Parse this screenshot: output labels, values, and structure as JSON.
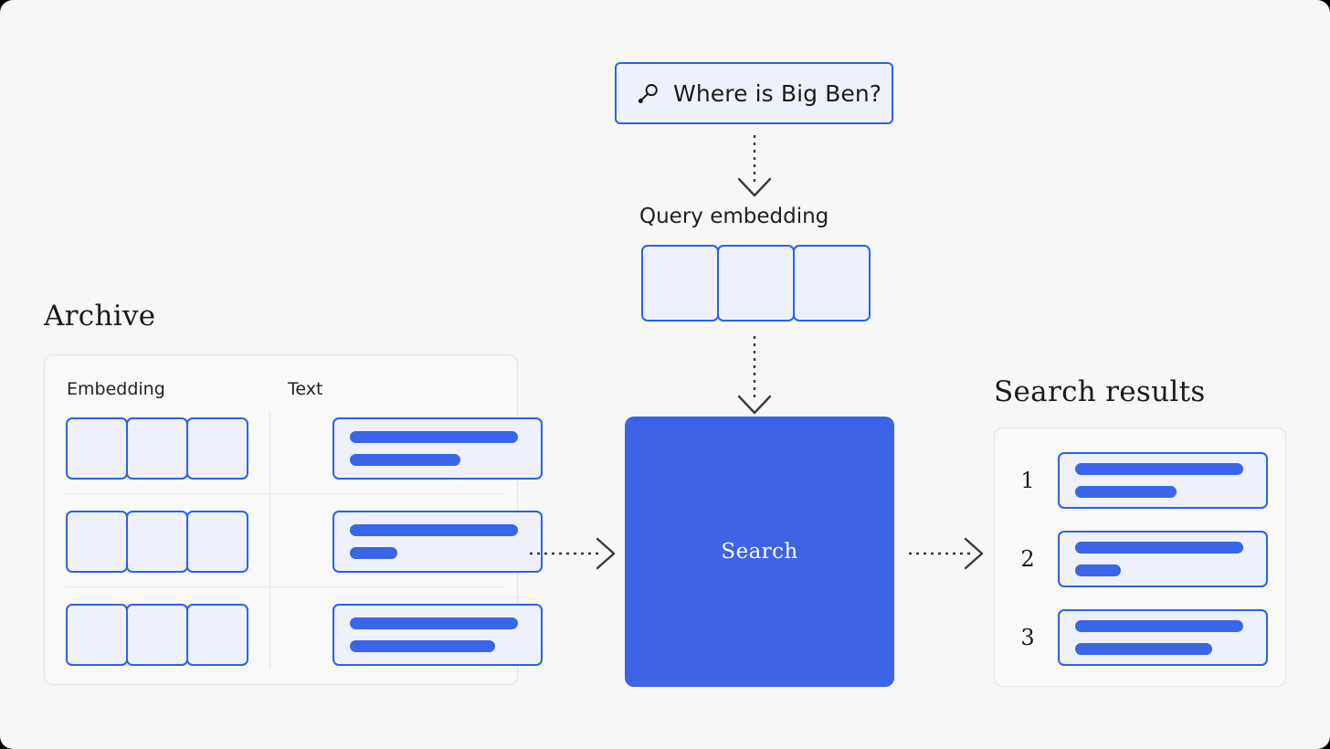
{
  "canvas": {
    "background": "#f7f7f7",
    "accent_blue": "#2b62ed",
    "fill_blue": "#eef1fc",
    "bar_blue": "#3b65e8",
    "search_blue": "#3c64e4"
  },
  "query": {
    "icon": "magnifier-icon",
    "text": "Where is Big Ben?"
  },
  "query_embedding": {
    "label": "Query embedding",
    "cells": [
      "",
      "",
      ""
    ]
  },
  "archive": {
    "title": "Archive",
    "columns": [
      "Embedding",
      "Text"
    ],
    "rows": [
      {
        "embedding_cells": [
          "",
          "",
          ""
        ],
        "bars": [
          88,
          58
        ]
      },
      {
        "embedding_cells": [
          "",
          "",
          ""
        ],
        "bars": [
          88,
          25
        ]
      },
      {
        "embedding_cells": [
          "",
          "",
          ""
        ],
        "bars": [
          88,
          76
        ]
      }
    ]
  },
  "search": {
    "label": "Search"
  },
  "results": {
    "title": "Search results",
    "items": [
      {
        "rank": "1",
        "bars": [
          88,
          53
        ]
      },
      {
        "rank": "2",
        "bars": [
          88,
          24
        ]
      },
      {
        "rank": "3",
        "bars": [
          88,
          72
        ]
      }
    ]
  },
  "arrows": {
    "query_to_embedding": "arrow-down",
    "embedding_to_search": "arrow-down",
    "archive_to_search": "arrow-right",
    "search_to_results": "arrow-right"
  }
}
